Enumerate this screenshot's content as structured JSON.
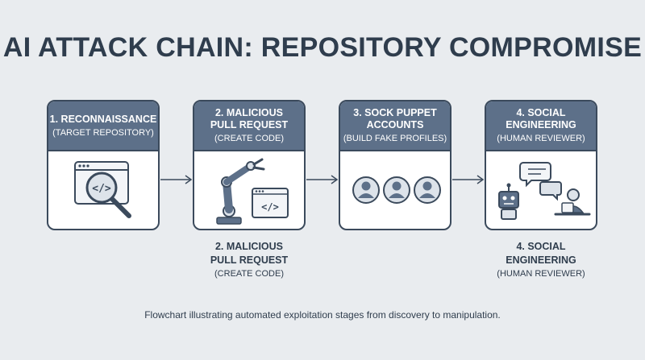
{
  "title": "AI ATTACK CHAIN: REPOSITORY COMPROMISE",
  "steps": [
    {
      "title_line1": "1. RECONNAISSANCE",
      "title_line2": "",
      "subtitle": "(TARGET REPOSITORY)",
      "icon": "magnifier-code-window-icon"
    },
    {
      "title_line1": "2. MALICIOUS",
      "title_line2": "PULL REQUEST",
      "subtitle": "(CREATE CODE)",
      "icon": "robot-arm-code-icon"
    },
    {
      "title_line1": "3. SOCK PUPPET",
      "title_line2": "ACCOUNTS",
      "subtitle": "(BUILD FAKE PROFILES)",
      "icon": "user-profiles-icon"
    },
    {
      "title_line1": "4. SOCIAL",
      "title_line2": "ENGINEERING",
      "subtitle": "(HUMAN REVIEWER)",
      "icon": "bot-chat-human-icon"
    }
  ],
  "below_labels": [
    {
      "title_line1": "2. MALICIOUS",
      "title_line2": "PULL REQUEST",
      "subtitle": "(CREATE CODE)"
    },
    {
      "title_line1": "4. SOCIAL",
      "title_line2": "ENGINEERING",
      "subtitle": "(HUMAN REVIEWER)"
    }
  ],
  "caption": "Flowchart illustrating automated exploitation stages from discovery to manipulation.",
  "colors": {
    "header": "#5d7089",
    "outline": "#3b4a5c",
    "background": "#e9ecef",
    "text": "#2f3d4d"
  }
}
